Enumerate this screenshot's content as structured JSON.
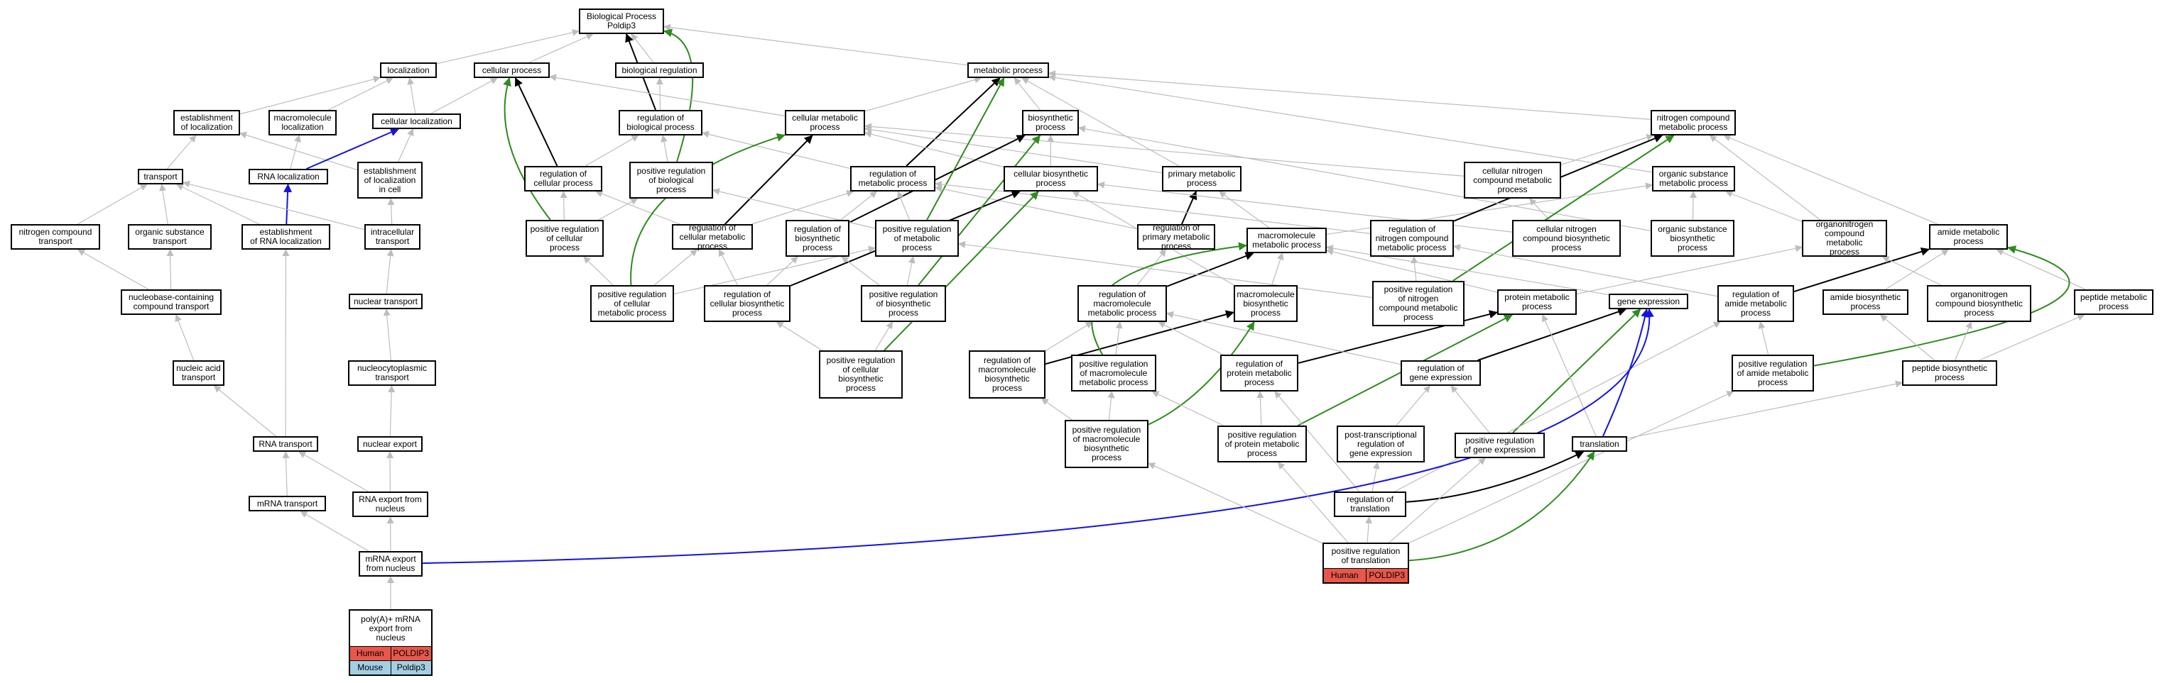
{
  "colors": {
    "edge_default": "#bdbdbd",
    "edge_black": "#000000",
    "edge_green": "#2e8b1e",
    "edge_blue": "#1414e0",
    "human_tag": "#e8574a",
    "mouse_tag": "#a4cfe3"
  },
  "nodes": [
    {
      "id": "bp",
      "label": "Biological Process\nPoldip3"
    },
    {
      "id": "loc",
      "label": "localization"
    },
    {
      "id": "cp",
      "label": "cellular process"
    },
    {
      "id": "br",
      "label": "biological regulation"
    },
    {
      "id": "mp",
      "label": "metabolic process"
    },
    {
      "id": "eol",
      "label": "establishment\nof localization"
    },
    {
      "id": "ml",
      "label": "macromolecule\nlocalization"
    },
    {
      "id": "cl",
      "label": "cellular localization"
    },
    {
      "id": "rbp",
      "label": "regulation of\nbiological process"
    },
    {
      "id": "cmp",
      "label": "cellular metabolic\nprocess"
    },
    {
      "id": "bsp",
      "label": "biosynthetic\nprocess"
    },
    {
      "id": "ncmp",
      "label": "nitrogen compound\nmetabolic process"
    },
    {
      "id": "tr",
      "label": "transport"
    },
    {
      "id": "rnal",
      "label": "RNA localization"
    },
    {
      "id": "eolc",
      "label": "establishment\nof localization\nin cell"
    },
    {
      "id": "rcp",
      "label": "regulation of\ncellular process"
    },
    {
      "id": "prbp",
      "label": "positive regulation\nof biological\nprocess"
    },
    {
      "id": "rmp",
      "label": "regulation of\nmetabolic process"
    },
    {
      "id": "cbp",
      "label": "cellular biosynthetic\nprocess"
    },
    {
      "id": "pmp",
      "label": "primary metabolic\nprocess"
    },
    {
      "id": "cncmp",
      "label": "cellular nitrogen\ncompound metabolic\nprocess"
    },
    {
      "id": "osmp",
      "label": "organic substance\nmetabolic process"
    },
    {
      "id": "nct",
      "label": "nitrogen compound\ntransport"
    },
    {
      "id": "ost",
      "label": "organic substance\ntransport"
    },
    {
      "id": "erl",
      "label": "establishment\nof RNA localization"
    },
    {
      "id": "it",
      "label": "intracellular\ntransport"
    },
    {
      "id": "prcp",
      "label": "positive regulation\nof cellular\nprocess"
    },
    {
      "id": "rcmp",
      "label": "regulation of\ncellular metabolic\nprocess"
    },
    {
      "id": "rbsp",
      "label": "regulation of\nbiosynthetic\nprocess"
    },
    {
      "id": "prmp",
      "label": "positive regulation\nof metabolic\nprocess"
    },
    {
      "id": "rpmp",
      "label": "regulation of\nprimary metabolic\nprocess"
    },
    {
      "id": "macmp",
      "label": "macromolecule\nmetabolic process"
    },
    {
      "id": "rncmp",
      "label": "regulation of\nnitrogen compound\nmetabolic process"
    },
    {
      "id": "cncbp",
      "label": "cellular nitrogen\ncompound biosynthetic\nprocess"
    },
    {
      "id": "osbp",
      "label": "organic substance\nbiosynthetic\nprocess"
    },
    {
      "id": "oncmp",
      "label": "organonitrogen\ncompound metabolic\nprocess"
    },
    {
      "id": "amp",
      "label": "amide metabolic\nprocess"
    },
    {
      "id": "ncct",
      "label": "nucleobase-containing\ncompound transport"
    },
    {
      "id": "nt",
      "label": "nuclear transport"
    },
    {
      "id": "prcmp",
      "label": "positive regulation\nof cellular\nmetabolic process"
    },
    {
      "id": "rcbp",
      "label": "regulation of\ncellular biosynthetic\nprocess"
    },
    {
      "id": "prbsp",
      "label": "positive regulation\nof biosynthetic\nprocess"
    },
    {
      "id": "rmacmp",
      "label": "regulation of\nmacromolecule\nmetabolic process"
    },
    {
      "id": "macbp",
      "label": "macromolecule\nbiosynthetic\nprocess"
    },
    {
      "id": "prncmp",
      "label": "positive regulation\nof nitrogen\ncompound metabolic\nprocess"
    },
    {
      "id": "protmp",
      "label": "protein metabolic\nprocess"
    },
    {
      "id": "ge",
      "label": "gene expression"
    },
    {
      "id": "ramp",
      "label": "regulation of\namide metabolic\nprocess"
    },
    {
      "id": "abp",
      "label": "amide biosynthetic\nprocess"
    },
    {
      "id": "oncbp",
      "label": "organonitrogen\ncompound biosynthetic\nprocess"
    },
    {
      "id": "pepmp",
      "label": "peptide metabolic\nprocess"
    },
    {
      "id": "nat",
      "label": "nucleic acid\ntransport"
    },
    {
      "id": "nct2",
      "label": "nucleocytoplasmic\ntransport"
    },
    {
      "id": "prcbp",
      "label": "positive regulation\nof cellular\nbiosynthetic\nprocess"
    },
    {
      "id": "rmacbp",
      "label": "regulation of\nmacromolecule\nbiosynthetic\nprocess"
    },
    {
      "id": "prmacmp",
      "label": "positive regulation\nof macromolecule\nmetabolic process"
    },
    {
      "id": "rprotmp",
      "label": "regulation of\nprotein metabolic\nprocess"
    },
    {
      "id": "rge",
      "label": "regulation of\ngene expression"
    },
    {
      "id": "pramp",
      "label": "positive regulation\nof amide metabolic\nprocess"
    },
    {
      "id": "pepbp",
      "label": "peptide biosynthetic\nprocess"
    },
    {
      "id": "rnat",
      "label": "RNA transport"
    },
    {
      "id": "ne",
      "label": "nuclear export"
    },
    {
      "id": "prmacbp",
      "label": "positive regulation\nof macromolecule\nbiosynthetic\nprocess"
    },
    {
      "id": "prprotmp",
      "label": "positive regulation\nof protein metabolic\nprocess"
    },
    {
      "id": "ptrge",
      "label": "post-transcriptional\nregulation of\ngene expression"
    },
    {
      "id": "prge",
      "label": "positive regulation\nof gene expression"
    },
    {
      "id": "transl",
      "label": "translation"
    },
    {
      "id": "mrnat",
      "label": "mRNA transport"
    },
    {
      "id": "rnaexp",
      "label": "RNA export from\nnucleus"
    },
    {
      "id": "rtransl",
      "label": "regulation of\ntranslation"
    },
    {
      "id": "mrnaexp",
      "label": "mRNA export\nfrom nucleus"
    },
    {
      "id": "prtransl",
      "label": "positive regulation\nof translation",
      "tags": [
        {
          "label": "Human",
          "kind": "human"
        },
        {
          "label": "POLDIP3",
          "kind": "human"
        }
      ]
    },
    {
      "id": "polya",
      "label": "poly(A)+ mRNA\nexport from\nnucleus",
      "tags": [
        {
          "label": "Human",
          "kind": "human"
        },
        {
          "label": "POLDIP3",
          "kind": "human"
        }
      ],
      "tags2": [
        {
          "label": "Mouse",
          "kind": "mouse"
        },
        {
          "label": "Poldip3",
          "kind": "mouse"
        }
      ]
    }
  ],
  "edges": [
    {
      "from": "loc",
      "to": "bp",
      "type": "default"
    },
    {
      "from": "cp",
      "to": "bp",
      "type": "default"
    },
    {
      "from": "br",
      "to": "bp",
      "type": "default"
    },
    {
      "from": "mp",
      "to": "bp",
      "type": "default"
    },
    {
      "from": "rbp",
      "to": "bp",
      "type": "black"
    },
    {
      "from": "prbp",
      "to": "bp",
      "type": "green"
    },
    {
      "from": "eol",
      "to": "loc",
      "type": "default"
    },
    {
      "from": "ml",
      "to": "loc",
      "type": "default"
    },
    {
      "from": "cl",
      "to": "loc",
      "type": "default"
    },
    {
      "from": "cl",
      "to": "cp",
      "type": "default"
    },
    {
      "from": "rbp",
      "to": "br",
      "type": "default"
    },
    {
      "from": "cmp",
      "to": "cp",
      "type": "default"
    },
    {
      "from": "cmp",
      "to": "mp",
      "type": "default"
    },
    {
      "from": "bsp",
      "to": "mp",
      "type": "default"
    },
    {
      "from": "ncmp",
      "to": "mp",
      "type": "default"
    },
    {
      "from": "pmp",
      "to": "mp",
      "type": "default"
    },
    {
      "from": "tr",
      "to": "eol",
      "type": "default"
    },
    {
      "from": "rnal",
      "to": "ml",
      "type": "default"
    },
    {
      "from": "eolc",
      "to": "eol",
      "type": "default"
    },
    {
      "from": "eolc",
      "to": "cl",
      "type": "default"
    },
    {
      "from": "rnal",
      "to": "cl",
      "type": "blue"
    },
    {
      "from": "rcp",
      "to": "cp",
      "type": "black"
    },
    {
      "from": "rcp",
      "to": "rbp",
      "type": "default"
    },
    {
      "from": "prbp",
      "to": "rbp",
      "type": "default"
    },
    {
      "from": "rmp",
      "to": "rbp",
      "type": "default"
    },
    {
      "from": "rmp",
      "to": "mp",
      "type": "black"
    },
    {
      "from": "cbp",
      "to": "cmp",
      "type": "default"
    },
    {
      "from": "cbp",
      "to": "bsp",
      "type": "default"
    },
    {
      "from": "pmp",
      "to": "cmp",
      "type": "default"
    },
    {
      "from": "cncmp",
      "to": "cmp",
      "type": "default"
    },
    {
      "from": "cncmp",
      "to": "ncmp",
      "type": "default"
    },
    {
      "from": "osmp",
      "to": "mp",
      "type": "default"
    },
    {
      "from": "nct",
      "to": "tr",
      "type": "default"
    },
    {
      "from": "ost",
      "to": "tr",
      "type": "default"
    },
    {
      "from": "erl",
      "to": "tr",
      "type": "default"
    },
    {
      "from": "erl",
      "to": "rnal",
      "type": "blue"
    },
    {
      "from": "it",
      "to": "tr",
      "type": "default"
    },
    {
      "from": "it",
      "to": "eolc",
      "type": "default"
    },
    {
      "from": "prcp",
      "to": "rcp",
      "type": "default"
    },
    {
      "from": "prcp",
      "to": "cp",
      "type": "green"
    },
    {
      "from": "prcp",
      "to": "prbp",
      "type": "default"
    },
    {
      "from": "rcmp",
      "to": "rcp",
      "type": "default"
    },
    {
      "from": "rcmp",
      "to": "rmp",
      "type": "default"
    },
    {
      "from": "rcmp",
      "to": "cmp",
      "type": "black"
    },
    {
      "from": "rbsp",
      "to": "rmp",
      "type": "default"
    },
    {
      "from": "rbsp",
      "to": "bsp",
      "type": "black"
    },
    {
      "from": "prmp",
      "to": "rmp",
      "type": "default"
    },
    {
      "from": "prmp",
      "to": "prbp",
      "type": "default"
    },
    {
      "from": "prmp",
      "to": "mp",
      "type": "green"
    },
    {
      "from": "rpmp",
      "to": "rmp",
      "type": "default"
    },
    {
      "from": "rpmp",
      "to": "pmp",
      "type": "black"
    },
    {
      "from": "macmp",
      "to": "pmp",
      "type": "default"
    },
    {
      "from": "macmp",
      "to": "osmp",
      "type": "default"
    },
    {
      "from": "rncmp",
      "to": "rmp",
      "type": "default"
    },
    {
      "from": "rncmp",
      "to": "ncmp",
      "type": "black"
    },
    {
      "from": "cncbp",
      "to": "cncmp",
      "type": "default"
    },
    {
      "from": "cncbp",
      "to": "cbp",
      "type": "default"
    },
    {
      "from": "osbp",
      "to": "osmp",
      "type": "default"
    },
    {
      "from": "osbp",
      "to": "bsp",
      "type": "default"
    },
    {
      "from": "oncmp",
      "to": "ncmp",
      "type": "default"
    },
    {
      "from": "oncmp",
      "to": "osmp",
      "type": "default"
    },
    {
      "from": "amp",
      "to": "ncmp",
      "type": "default"
    },
    {
      "from": "ncct",
      "to": "nct",
      "type": "default"
    },
    {
      "from": "ncct",
      "to": "ost",
      "type": "default"
    },
    {
      "from": "nt",
      "to": "it",
      "type": "default"
    },
    {
      "from": "prcmp",
      "to": "prcp",
      "type": "default"
    },
    {
      "from": "prcmp",
      "to": "rcmp",
      "type": "default"
    },
    {
      "from": "prcmp",
      "to": "prmp",
      "type": "default"
    },
    {
      "from": "prcmp",
      "to": "cmp",
      "type": "green"
    },
    {
      "from": "rcbp",
      "to": "rcmp",
      "type": "default"
    },
    {
      "from": "rcbp",
      "to": "rbsp",
      "type": "default"
    },
    {
      "from": "rcbp",
      "to": "cbp",
      "type": "black"
    },
    {
      "from": "prbsp",
      "to": "rbsp",
      "type": "default"
    },
    {
      "from": "prbsp",
      "to": "prmp",
      "type": "default"
    },
    {
      "from": "prbsp",
      "to": "bsp",
      "type": "green"
    },
    {
      "from": "rmacmp",
      "to": "rpmp",
      "type": "default"
    },
    {
      "from": "rmacmp",
      "to": "macmp",
      "type": "black"
    },
    {
      "from": "macbp",
      "to": "macmp",
      "type": "default"
    },
    {
      "from": "macbp",
      "to": "cbp",
      "type": "default"
    },
    {
      "from": "prncmp",
      "to": "rncmp",
      "type": "default"
    },
    {
      "from": "prncmp",
      "to": "prmp",
      "type": "default"
    },
    {
      "from": "prncmp",
      "to": "ncmp",
      "type": "green"
    },
    {
      "from": "protmp",
      "to": "macmp",
      "type": "default"
    },
    {
      "from": "protmp",
      "to": "oncmp",
      "type": "default"
    },
    {
      "from": "ge",
      "to": "macmp",
      "type": "default"
    },
    {
      "from": "ramp",
      "to": "rncmp",
      "type": "default"
    },
    {
      "from": "ramp",
      "to": "amp",
      "type": "black"
    },
    {
      "from": "abp",
      "to": "amp",
      "type": "default"
    },
    {
      "from": "oncbp",
      "to": "oncmp",
      "type": "default"
    },
    {
      "from": "pepmp",
      "to": "amp",
      "type": "default"
    },
    {
      "from": "nat",
      "to": "ncct",
      "type": "default"
    },
    {
      "from": "nct2",
      "to": "nt",
      "type": "default"
    },
    {
      "from": "prcbp",
      "to": "rcbp",
      "type": "default"
    },
    {
      "from": "prcbp",
      "to": "prbsp",
      "type": "default"
    },
    {
      "from": "prcbp",
      "to": "cbp",
      "type": "green"
    },
    {
      "from": "rmacbp",
      "to": "rmacmp",
      "type": "default"
    },
    {
      "from": "rmacbp",
      "to": "macbp",
      "type": "black"
    },
    {
      "from": "prmacmp",
      "to": "rmacmp",
      "type": "default"
    },
    {
      "from": "prmacmp",
      "to": "macmp",
      "type": "green"
    },
    {
      "from": "rprotmp",
      "to": "rmacmp",
      "type": "default"
    },
    {
      "from": "rprotmp",
      "to": "protmp",
      "type": "black"
    },
    {
      "from": "rge",
      "to": "rmacmp",
      "type": "default"
    },
    {
      "from": "rge",
      "to": "ge",
      "type": "black"
    },
    {
      "from": "pramp",
      "to": "ramp",
      "type": "default"
    },
    {
      "from": "pramp",
      "to": "amp",
      "type": "green"
    },
    {
      "from": "pepbp",
      "to": "pepmp",
      "type": "default"
    },
    {
      "from": "pepbp",
      "to": "abp",
      "type": "default"
    },
    {
      "from": "pepbp",
      "to": "oncbp",
      "type": "default"
    },
    {
      "from": "rnat",
      "to": "nat",
      "type": "default"
    },
    {
      "from": "rnat",
      "to": "erl",
      "type": "default"
    },
    {
      "from": "ne",
      "to": "nct2",
      "type": "default"
    },
    {
      "from": "prmacbp",
      "to": "rmacbp",
      "type": "default"
    },
    {
      "from": "prmacbp",
      "to": "prmacmp",
      "type": "default"
    },
    {
      "from": "prmacbp",
      "to": "macbp",
      "type": "green"
    },
    {
      "from": "prprotmp",
      "to": "rprotmp",
      "type": "default"
    },
    {
      "from": "prprotmp",
      "to": "prmacmp",
      "type": "default"
    },
    {
      "from": "prprotmp",
      "to": "protmp",
      "type": "green"
    },
    {
      "from": "ptrge",
      "to": "rge",
      "type": "default"
    },
    {
      "from": "prge",
      "to": "rge",
      "type": "default"
    },
    {
      "from": "prge",
      "to": "ge",
      "type": "green"
    },
    {
      "from": "transl",
      "to": "ge",
      "type": "blue"
    },
    {
      "from": "transl",
      "to": "protmp",
      "type": "default"
    },
    {
      "from": "transl",
      "to": "pepbp",
      "type": "default"
    },
    {
      "from": "mrnat",
      "to": "rnat",
      "type": "default"
    },
    {
      "from": "rnaexp",
      "to": "rnat",
      "type": "default"
    },
    {
      "from": "rnaexp",
      "to": "ne",
      "type": "default"
    },
    {
      "from": "rtransl",
      "to": "ptrge",
      "type": "default"
    },
    {
      "from": "rtransl",
      "to": "rprotmp",
      "type": "default"
    },
    {
      "from": "rtransl",
      "to": "transl",
      "type": "black"
    },
    {
      "from": "rtransl",
      "to": "ramp",
      "type": "default"
    },
    {
      "from": "mrnaexp",
      "to": "mrnat",
      "type": "default"
    },
    {
      "from": "mrnaexp",
      "to": "rnaexp",
      "type": "default"
    },
    {
      "from": "mrnaexp",
      "to": "ge",
      "type": "blue"
    },
    {
      "from": "prtransl",
      "to": "rtransl",
      "type": "default"
    },
    {
      "from": "prtransl",
      "to": "prprotmp",
      "type": "default"
    },
    {
      "from": "prtransl",
      "to": "prge",
      "type": "default"
    },
    {
      "from": "prtransl",
      "to": "pramp",
      "type": "default"
    },
    {
      "from": "prtransl",
      "to": "prmacbp",
      "type": "default"
    },
    {
      "from": "prtransl",
      "to": "transl",
      "type": "green"
    },
    {
      "from": "polya",
      "to": "mrnaexp",
      "type": "default"
    }
  ]
}
